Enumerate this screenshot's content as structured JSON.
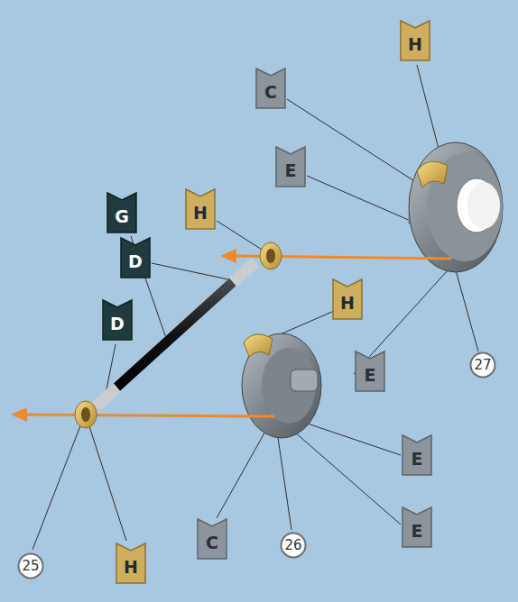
{
  "diagram": {
    "nodes": [
      {
        "text": [
          "H"
        ]
      },
      {
        "text": [
          "C"
        ]
      },
      {
        "text": [
          "E"
        ]
      },
      {
        "text": [
          "G"
        ]
      },
      {
        "text": [
          "H"
        ]
      },
      {
        "text": [
          "D"
        ]
      },
      {
        "text": [
          "H"
        ]
      },
      {
        "text": [
          "D"
        ]
      },
      {
        "text": [
          "27"
        ]
      },
      {
        "text": [
          "E"
        ]
      },
      {
        "text": [
          "E"
        ]
      },
      {
        "text": [
          "E"
        ]
      },
      {
        "text": [
          "C"
        ]
      },
      {
        "text": [
          "26"
        ]
      },
      {
        "text": [
          "H"
        ]
      },
      {
        "text": [
          "25"
        ]
      }
    ]
  }
}
